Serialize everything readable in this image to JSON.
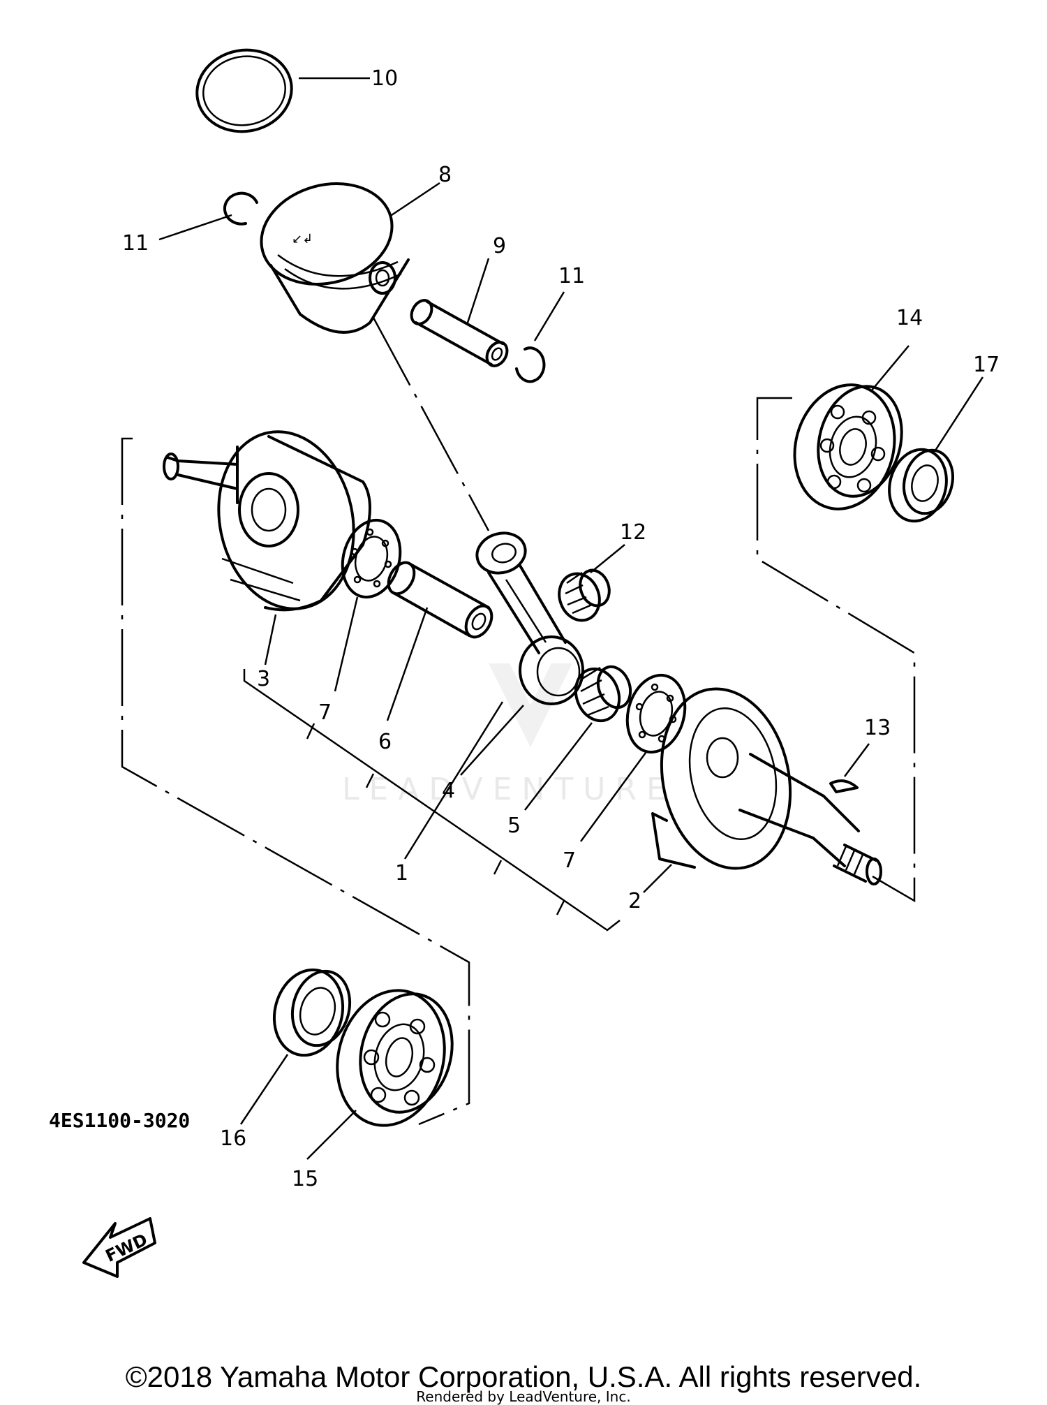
{
  "diagram": {
    "callouts": {
      "c1": "1",
      "c2": "2",
      "c3": "3",
      "c4": "4",
      "c5": "5",
      "c6": "6",
      "c7a": "7",
      "c7b": "7",
      "c8": "8",
      "c9": "9",
      "c10": "10",
      "c11a": "11",
      "c11b": "11",
      "c12": "12",
      "c13": "13",
      "c14": "14",
      "c15": "15",
      "c16": "16",
      "c17": "17"
    },
    "fwd_label": "FWD",
    "watermark": "LEADVENTURE",
    "code": "4ES1100-3020"
  },
  "footer": {
    "copyright": "©2018 Yamaha Motor Corporation, U.S.A. All rights reserved.",
    "rendered_by": "Rendered by LeadVenture, Inc."
  }
}
